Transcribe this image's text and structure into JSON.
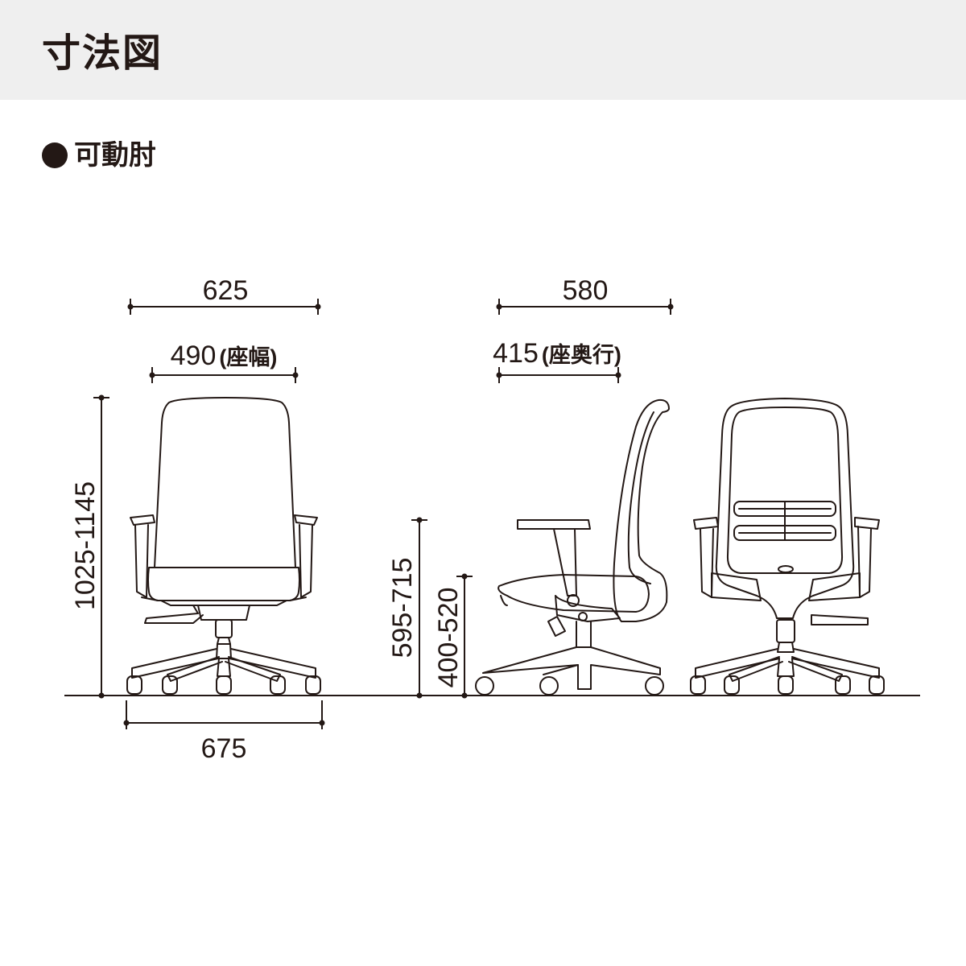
{
  "header": {
    "title": "寸法図"
  },
  "section": {
    "title": "可動肘"
  },
  "dimensions": {
    "front_overall_width": "625",
    "front_seat_width": "490",
    "front_seat_width_note": "(座幅)",
    "front_base_width": "675",
    "front_height": "1025-1145",
    "side_overall_depth": "580",
    "side_seat_depth": "415",
    "side_seat_depth_note": "(座奥行)",
    "side_arm_height": "595-715",
    "side_seat_height": "400-520"
  },
  "colors": {
    "line": "#231815",
    "header_bg": "#efefef",
    "background": "#ffffff"
  }
}
